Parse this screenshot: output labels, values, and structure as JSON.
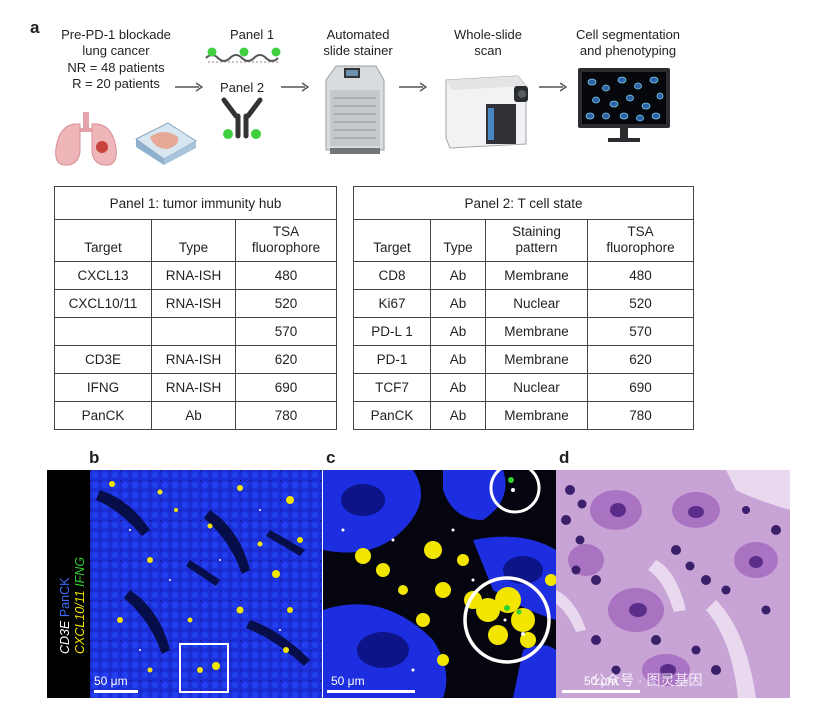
{
  "figure": {
    "panel_letters": {
      "a": "a",
      "b": "b",
      "c": "c",
      "d": "d"
    },
    "workflow": {
      "cohort": {
        "title_line1": "Pre-PD-1 blockade",
        "title_line2": "lung cancer",
        "nr_line": "NR = 48 patients",
        "r_line": "R = 20 patients"
      },
      "panel1_label": "Panel 1",
      "panel2_label": "Panel 2",
      "stainer_line1": "Automated",
      "stainer_line2": "slide stainer",
      "scan_line1": "Whole-slide",
      "scan_line2": "scan",
      "seg_line1": "Cell segmentation",
      "seg_line2": "and phenotyping"
    },
    "table1": {
      "title": "Panel 1: tumor immunity hub",
      "headers": [
        "Target",
        "Type",
        "TSA\nfluorophore"
      ],
      "header_tsa_line1": "TSA",
      "header_tsa_line2": "fluorophore",
      "rows": [
        [
          "CXCL13",
          "RNA-ISH",
          "480"
        ],
        [
          "CXCL10/11",
          "RNA-ISH",
          "520"
        ],
        [
          "",
          "",
          "570"
        ],
        [
          "CD3E",
          "RNA-ISH",
          "620"
        ],
        [
          "IFNG",
          "RNA-ISH",
          "690"
        ],
        [
          "PanCK",
          "Ab",
          "780"
        ]
      ]
    },
    "table2": {
      "title": "Panel 2: T cell state",
      "header_target": "Target",
      "header_type": "Type",
      "header_staining_line1": "Staining",
      "header_staining_line2": "pattern",
      "header_tsa_line1": "TSA",
      "header_tsa_line2": "fluorophore",
      "rows": [
        [
          "CD8",
          "Ab",
          "Membrane",
          "480"
        ],
        [
          "Ki67",
          "Ab",
          "Nuclear",
          "520"
        ],
        [
          "PD-L 1",
          "Ab",
          "Membrane",
          "570"
        ],
        [
          "PD-1",
          "Ab",
          "Membrane",
          "620"
        ],
        [
          "TCF7",
          "Ab",
          "Nuclear",
          "690"
        ],
        [
          "PanCK",
          "Ab",
          "Membrane",
          "780"
        ]
      ]
    },
    "legend_b": {
      "cd3e": "CD3E",
      "panck": "PanCK",
      "cxcl": "CXCL10/11",
      "ifng": "IFNG",
      "colors": {
        "cd3e": "#ffffff",
        "panck": "#3b6cff",
        "cxcl": "#f2e600",
        "ifng": "#2fd12f"
      }
    },
    "scalebars": {
      "b": "50 μm",
      "c": "50 μm",
      "d": "50 μm"
    },
    "watermark": "公众号 · 图灵基因"
  }
}
